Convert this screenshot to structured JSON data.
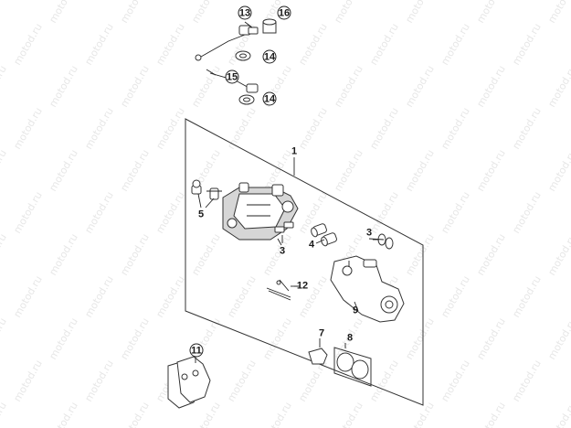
{
  "diagram": {
    "watermark": "motod.ru",
    "callouts": [
      {
        "id": "13",
        "label": "13",
        "style": "circle"
      },
      {
        "id": "16",
        "label": "16",
        "style": "circle"
      },
      {
        "id": "14a",
        "label": "14",
        "style": "circle"
      },
      {
        "id": "15",
        "label": "15",
        "style": "circle"
      },
      {
        "id": "14b",
        "label": "14",
        "style": "circle"
      },
      {
        "id": "1",
        "label": "1",
        "style": "plain"
      },
      {
        "id": "5",
        "label": "5",
        "style": "plain"
      },
      {
        "id": "3a",
        "label": "3",
        "style": "plain"
      },
      {
        "id": "4",
        "label": "4",
        "style": "plain"
      },
      {
        "id": "3b",
        "label": "3",
        "style": "plain"
      },
      {
        "id": "12",
        "label": "12",
        "style": "plain"
      },
      {
        "id": "9",
        "label": "9",
        "style": "plain"
      },
      {
        "id": "7",
        "label": "7",
        "style": "plain"
      },
      {
        "id": "8",
        "label": "8",
        "style": "plain"
      },
      {
        "id": "11",
        "label": "11",
        "style": "circle"
      }
    ]
  }
}
